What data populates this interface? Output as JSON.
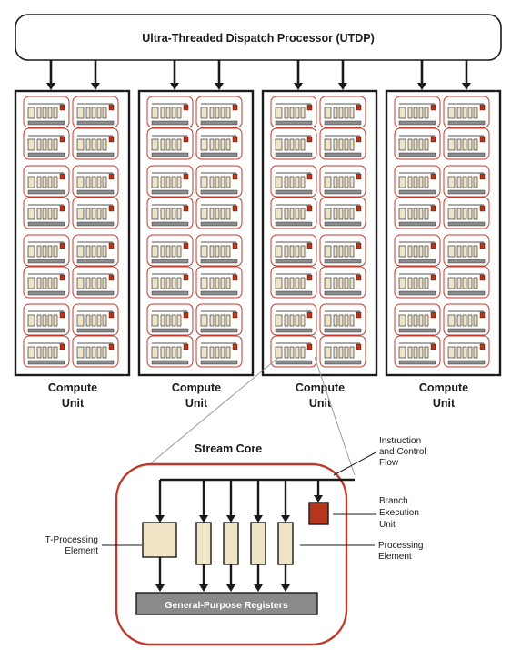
{
  "title": "Ultra-Threaded Dispatch Processor (UTDP)",
  "compute_unit": {
    "count": 4,
    "label_line1": "Compute",
    "label_line2": "Unit",
    "core_rows": 8,
    "core_cols": 2
  },
  "stream_core": {
    "title": "Stream Core",
    "registers_label": "General-Purpose Registers",
    "processing_elements": 4,
    "callouts": {
      "instruction_line1": "Instruction",
      "instruction_line2": "and Control",
      "instruction_line3": "Flow",
      "branch_line1": "Branch",
      "branch_line2": "Execution",
      "branch_line3": "Unit",
      "tpe_line1": "T-Processing",
      "tpe_line2": "Element",
      "pe_line1": "Processing",
      "pe_line2": "Element"
    }
  },
  "colors": {
    "outline": "#1a1a1a",
    "core_border": "#c0392b",
    "element_fill": "#efe4c6",
    "branch_fill": "#b5361b",
    "register_fill": "#8a8a8a",
    "mini_bar": "#8c8c8c",
    "zoom_line": "#9a9a9a"
  }
}
